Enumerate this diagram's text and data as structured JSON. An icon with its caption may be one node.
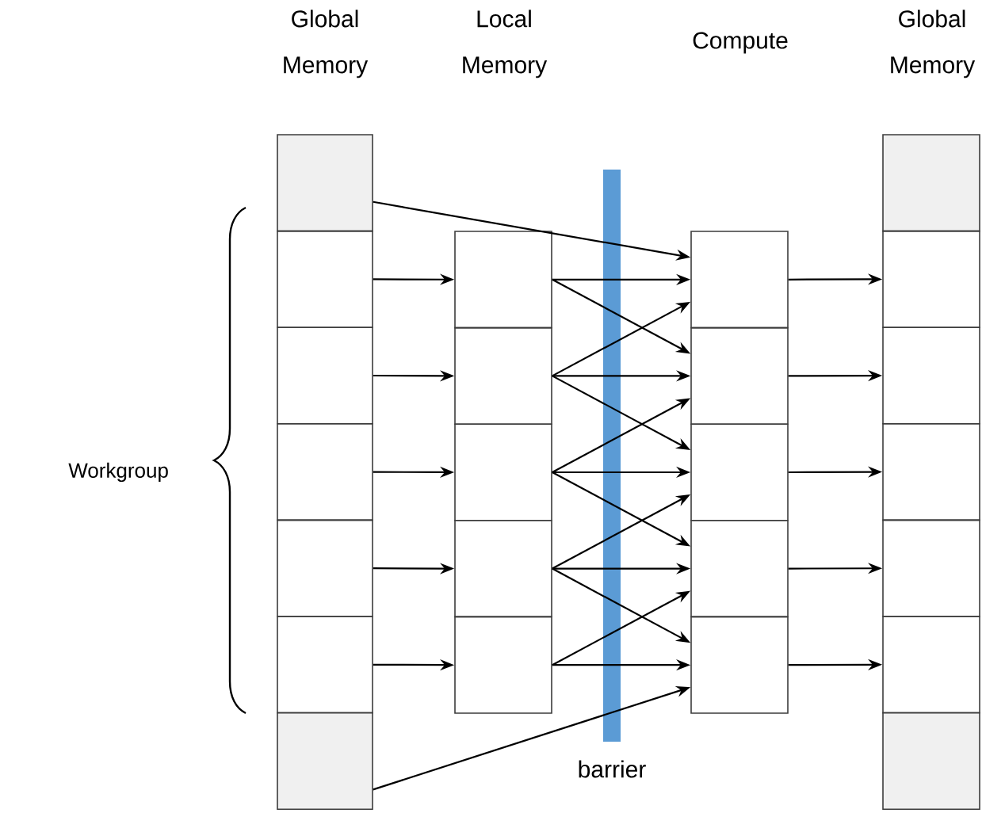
{
  "diagram": {
    "nodes": [
      {
        "text": [],
        "shape": "box"
      },
      {
        "text": [],
        "shape": "box"
      },
      {
        "text": [],
        "shape": "box"
      },
      {
        "text": [],
        "shape": "box"
      },
      {
        "text": [],
        "shape": "box"
      },
      {
        "text": [],
        "shape": "box"
      },
      {
        "text": [],
        "shape": "box"
      },
      {
        "text": [],
        "shape": "box"
      },
      {
        "text": [],
        "shape": "box"
      },
      {
        "text": [],
        "shape": "box"
      },
      {
        "text": [],
        "shape": "box"
      },
      {
        "text": [],
        "shape": "box"
      },
      {
        "text": [
          "barrier"
        ]
      },
      {
        "text": [],
        "shape": "box"
      },
      {
        "text": [],
        "shape": "box"
      },
      {
        "text": [],
        "shape": "box"
      },
      {
        "text": [],
        "shape": "box"
      },
      {
        "text": [],
        "shape": "box"
      },
      {
        "text": [],
        "shape": "box"
      },
      {
        "text": [],
        "shape": "box"
      },
      {
        "text": [],
        "shape": "box"
      },
      {
        "text": [],
        "shape": "box"
      },
      {
        "text": [],
        "shape": "box"
      },
      {
        "text": [],
        "shape": "box"
      },
      {
        "text": [],
        "shape": "box"
      }
    ],
    "edges": [
      {
        "from": 0,
        "to": 13,
        "arrow": "to"
      },
      {
        "from": 1,
        "to": 7,
        "arrow": "to"
      },
      {
        "from": 2,
        "to": 8,
        "arrow": "to"
      },
      {
        "from": 3,
        "to": 9,
        "arrow": "to"
      },
      {
        "from": 4,
        "to": 10,
        "arrow": "to"
      },
      {
        "from": 5,
        "to": 11,
        "arrow": "to"
      },
      {
        "from": 7,
        "to": 13,
        "arrow": "to"
      },
      {
        "from": 7,
        "to": 14,
        "arrow": "to"
      },
      {
        "from": 8,
        "to": 13,
        "arrow": "to"
      },
      {
        "from": 8,
        "to": 14,
        "arrow": "to"
      },
      {
        "from": 8,
        "to": 15,
        "arrow": "to"
      },
      {
        "from": 9,
        "to": 14,
        "arrow": "to"
      },
      {
        "from": 9,
        "to": 15,
        "arrow": "to"
      },
      {
        "from": 9,
        "to": 16,
        "arrow": "to"
      },
      {
        "from": 10,
        "to": 15,
        "arrow": "to"
      },
      {
        "from": 10,
        "to": 16,
        "arrow": "to"
      },
      {
        "from": 10,
        "to": 17,
        "arrow": "to"
      },
      {
        "from": 11,
        "to": 16,
        "arrow": "to"
      },
      {
        "from": 11,
        "to": 17,
        "arrow": "to"
      },
      {
        "from": 6,
        "to": 17,
        "arrow": "to"
      },
      {
        "from": 13,
        "to": 19,
        "arrow": "to"
      },
      {
        "from": 14,
        "to": 20,
        "arrow": "to"
      },
      {
        "from": 15,
        "to": 21,
        "arrow": "to"
      },
      {
        "from": 16,
        "to": 22,
        "arrow": "to"
      },
      {
        "from": 17,
        "to": 23,
        "arrow": "to"
      }
    ],
    "labels": [
      "Global Memory",
      "Local Memory",
      "Compute",
      "Global Memory",
      "Workgroup"
    ]
  }
}
